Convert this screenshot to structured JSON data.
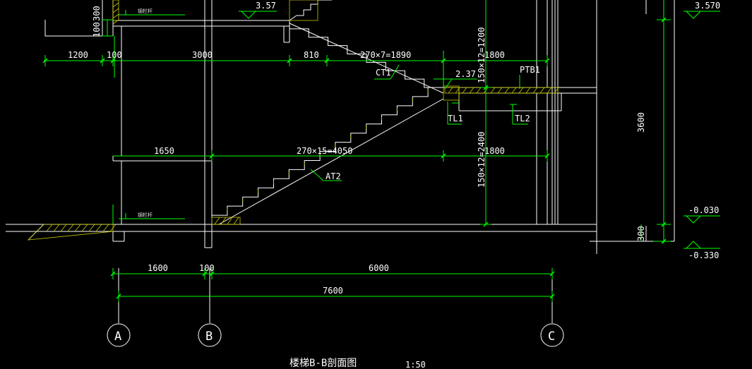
{
  "colors": {
    "background": "#000000",
    "structure": "#ffffff",
    "dimension": "#00ff00",
    "hatch": "#c8c800",
    "text": "#ffffff"
  },
  "dimensions": {
    "top_1200": "1200",
    "top_100": "100",
    "top_3000": "3000",
    "top_810": "810",
    "top_flight": "270×7=1890",
    "top_1800": "1800",
    "left_100": "100",
    "left_300": "300",
    "vert_top_flight": "150×12=1200",
    "vert_bottom_flight": "150×12=2400",
    "mid_1650": "1650",
    "mid_flight": "270×15=4050",
    "mid_1800": "1800",
    "right_3600": "3600",
    "right_300": "300",
    "bottom_1600": "1600",
    "bottom_100": "100",
    "bottom_6000": "6000",
    "bottom_total": "7600"
  },
  "levels": {
    "top_left": "3.57",
    "top_right": "3.570",
    "landing": "2.37",
    "ground": "-0.030",
    "base": "-0.330"
  },
  "labels": {
    "ct1": "CT1",
    "ptb1": "PTB1",
    "tl1": "TL1",
    "tl2": "TL2",
    "at2": "AT2",
    "rail_upper": "钢栏杆",
    "rail_lower": "钢栏杆"
  },
  "axes": {
    "a": "A",
    "b": "B",
    "c": "C"
  },
  "title": {
    "text": "楼梯B-B剖面图",
    "scale": "1:50"
  }
}
